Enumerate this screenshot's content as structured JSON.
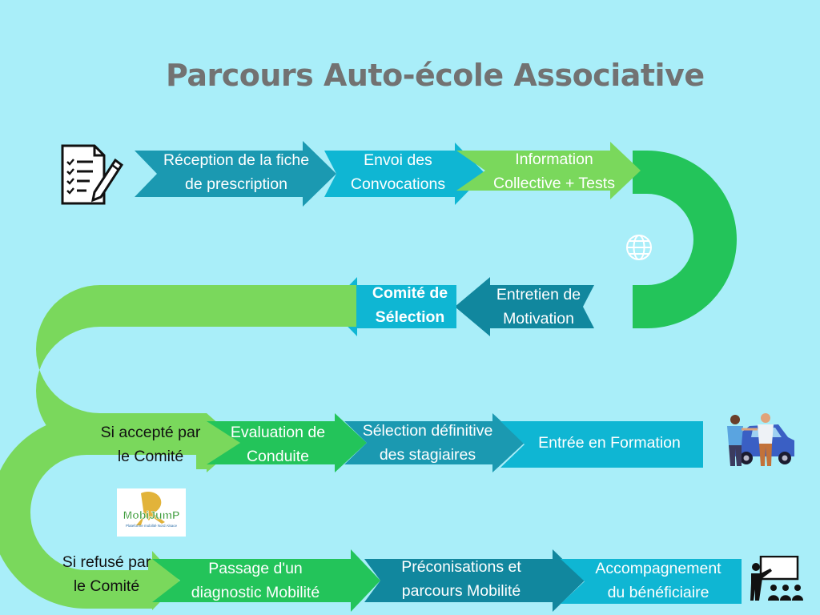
{
  "title": "Parcours Auto-école Associative",
  "colors": {
    "background": "#a9eef9",
    "deep_blue": "#1b99b1",
    "mid_blue": "#0fb6d3",
    "light_green": "#7ad85c",
    "green": "#23c45a",
    "dark_teal": "#11879e"
  },
  "steps": {
    "reception": {
      "line1": "Réception de la fiche",
      "line2": "de prescription"
    },
    "convocations": {
      "line1": "Envoi des",
      "line2": "Convocations"
    },
    "information": {
      "line1": "Information",
      "line2": "Collective + Tests"
    },
    "entretien": {
      "line1": "Entretien de",
      "line2": "Motivation"
    },
    "comite": {
      "line1": "Comité de",
      "line2": "Sélection"
    },
    "si_accepte": {
      "line1": "Si accepté par",
      "line2": "le Comité"
    },
    "evaluation": {
      "line1": "Evaluation de",
      "line2": "Conduite"
    },
    "selection": {
      "line1": "Sélection définitive",
      "line2": "des stagiaires"
    },
    "formation": {
      "line1": "Entrée en Formation"
    },
    "si_refuse": {
      "line1": "Si refusé par",
      "line2": "le Comité"
    },
    "diagnostic": {
      "line1": "Passage d'un",
      "line2": "diagnostic Mobilité"
    },
    "preconisations": {
      "line1": "Préconisations et",
      "line2": "parcours Mobilité"
    },
    "accompagnement": {
      "line1": "Accompagnement",
      "line2": "du bénéficiaire"
    }
  },
  "logo": {
    "text": "MobiJumP",
    "tagline": "Plateforme mobilité Nord Alsace"
  },
  "icons": {
    "document": "checklist-document-icon",
    "globe": "globe-icon",
    "car": "car-handover-icon",
    "teacher": "classroom-teacher-icon"
  }
}
